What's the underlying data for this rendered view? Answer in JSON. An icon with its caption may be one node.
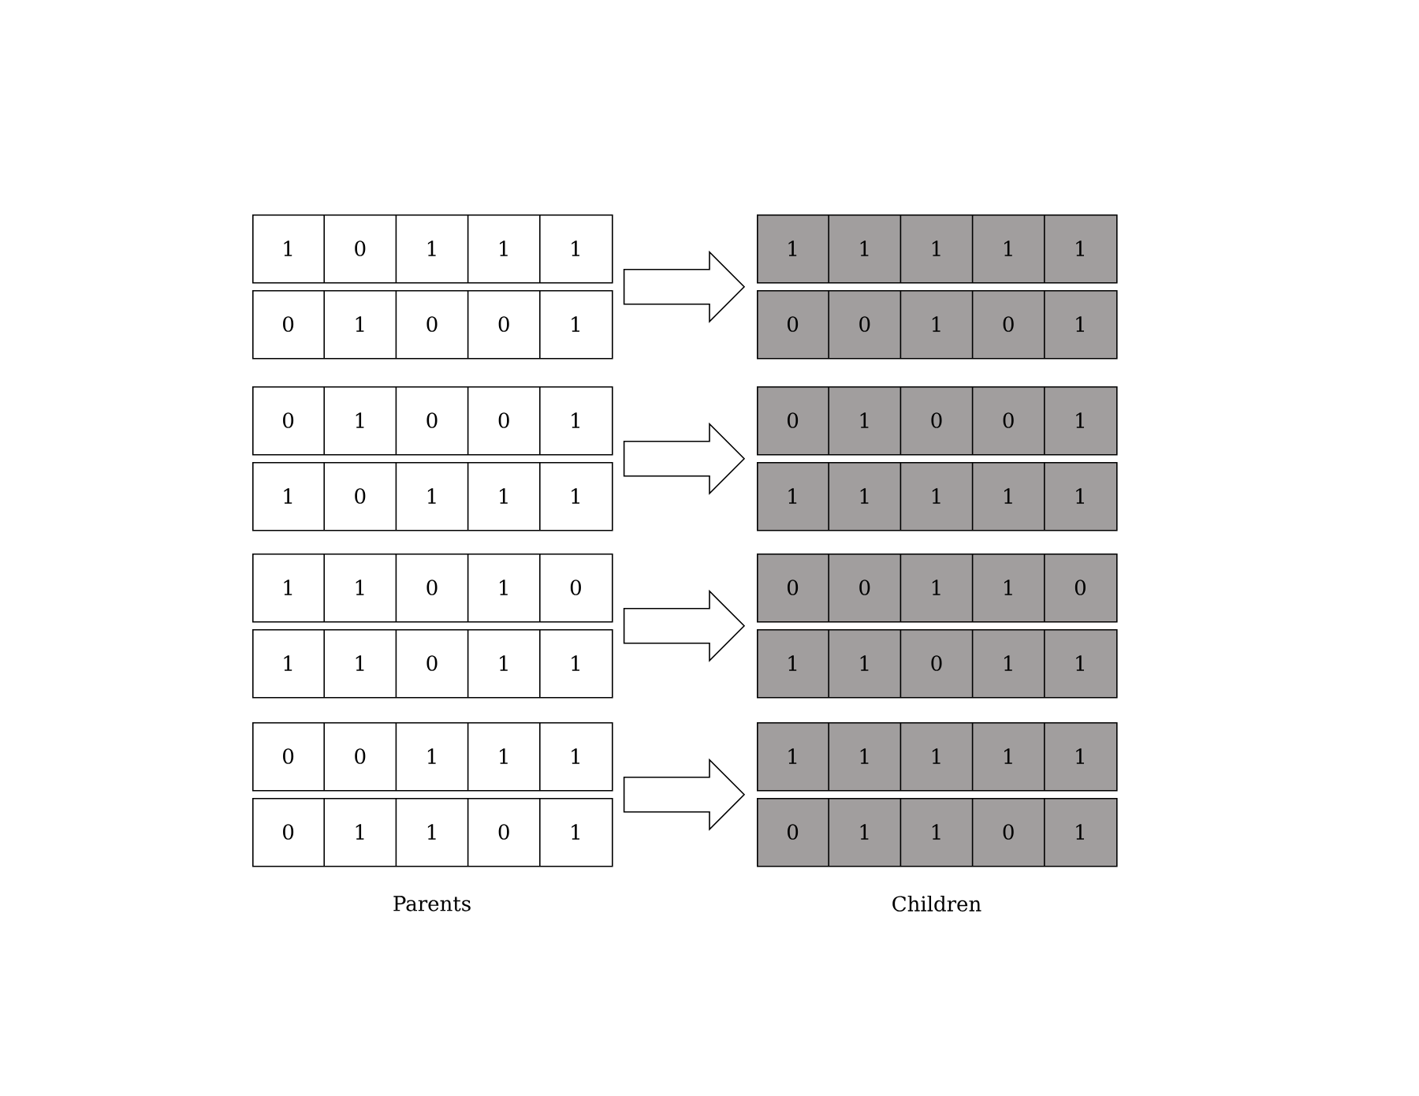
{
  "diagram": {
    "nodes": [
      {
        "text": [
          "1",
          "0",
          "1",
          "1",
          "1"
        ]
      },
      {
        "text": [
          "0",
          "1",
          "0",
          "0",
          "1"
        ]
      },
      {
        "text": [
          "0",
          "1",
          "0",
          "0",
          "1"
        ]
      },
      {
        "text": [
          "1",
          "0",
          "1",
          "1",
          "1"
        ]
      },
      {
        "text": [
          "1",
          "1",
          "0",
          "1",
          "0"
        ]
      },
      {
        "text": [
          "1",
          "1",
          "0",
          "1",
          "1"
        ]
      },
      {
        "text": [
          "0",
          "0",
          "1",
          "1",
          "1"
        ]
      },
      {
        "text": [
          "0",
          "1",
          "1",
          "0",
          "1"
        ]
      },
      {
        "text": [
          "1",
          "1",
          "1",
          "1",
          "1"
        ]
      },
      {
        "text": [
          "0",
          "0",
          "1",
          "0",
          "1"
        ]
      },
      {
        "text": [
          "0",
          "1",
          "0",
          "0",
          "1"
        ]
      },
      {
        "text": [
          "1",
          "1",
          "1",
          "1",
          "1"
        ]
      },
      {
        "text": [
          "0",
          "0",
          "1",
          "1",
          "0"
        ]
      },
      {
        "text": [
          "1",
          "1",
          "0",
          "1",
          "1"
        ]
      },
      {
        "text": [
          "1",
          "1",
          "1",
          "1",
          "1"
        ]
      },
      {
        "text": [
          "0",
          "1",
          "1",
          "0",
          "1"
        ]
      }
    ],
    "edges": [
      {
        "from": 0,
        "to": 8,
        "arrow": "to"
      },
      {
        "from": 1,
        "to": 9,
        "arrow": "to"
      },
      {
        "from": 2,
        "to": 10,
        "arrow": "to"
      },
      {
        "from": 3,
        "to": 11,
        "arrow": "to"
      },
      {
        "from": 4,
        "to": 12,
        "arrow": "to"
      },
      {
        "from": 5,
        "to": 13,
        "arrow": "to"
      },
      {
        "from": 6,
        "to": 14,
        "arrow": "to"
      },
      {
        "from": 7,
        "to": 15,
        "arrow": "to"
      }
    ],
    "labels": [
      "Parents",
      "Children"
    ]
  }
}
